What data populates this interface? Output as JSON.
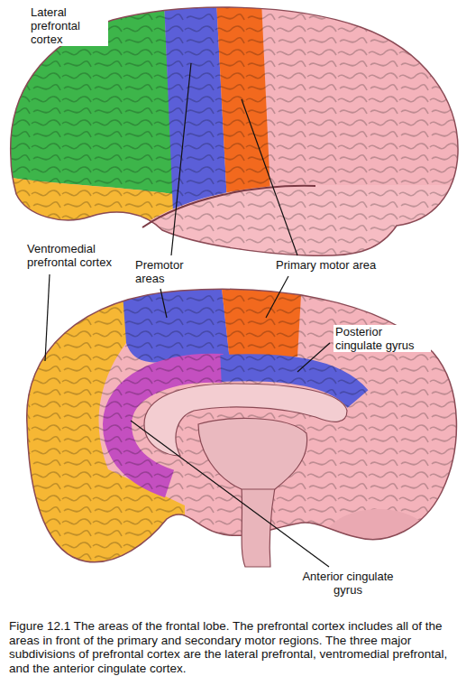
{
  "diagram": {
    "caption": "Figure 12.1 The areas of the frontal lobe. The prefrontal cortex includes all of the areas in front of the primary and secondary motor regions. The three major subdivisions of prefrontal cortex are the lateral prefrontal, ventromedial prefrontal, and the anterior cingulate cortex.",
    "labels": [
      "Lateral prefrontal cortex",
      "Ventromedial prefrontal cortex",
      "Premotor areas",
      "Primary motor area",
      "Posterior cingulate gyrus",
      "Anterior cingulate gyrus"
    ]
  }
}
